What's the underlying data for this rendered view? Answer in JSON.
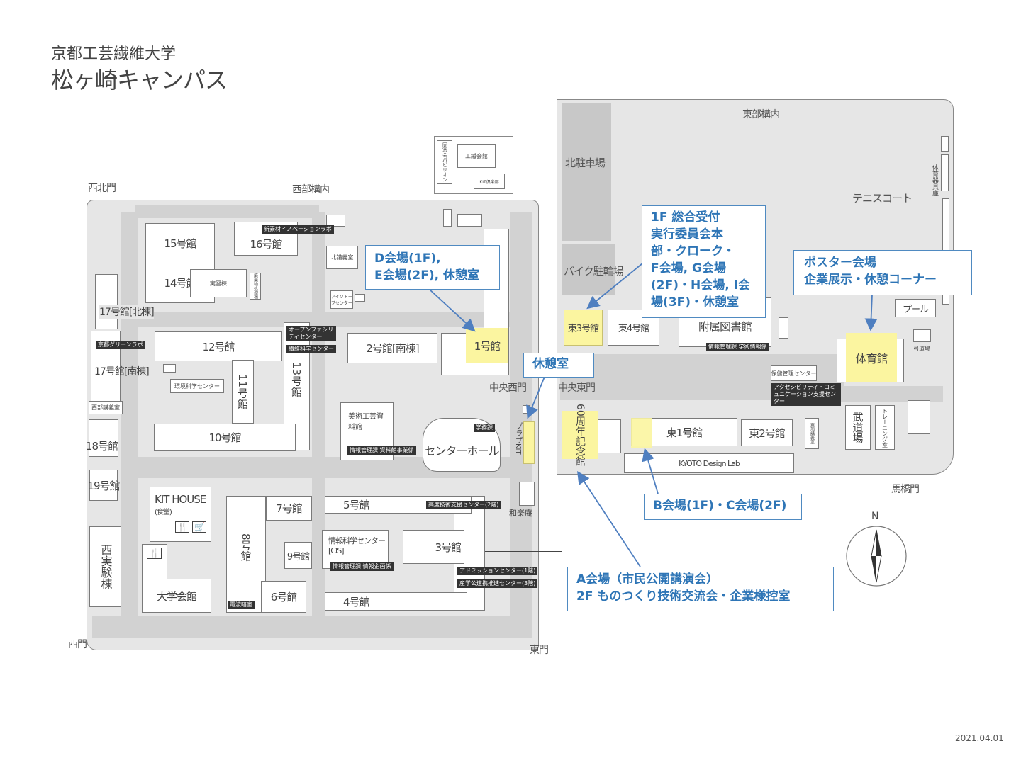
{
  "title": {
    "university": "京都工芸繊維大学",
    "campus": "松ヶ崎キャンパス"
  },
  "date": "2021.04.01",
  "areas": {
    "west": "西部構内",
    "east": "東部構内"
  },
  "gates": {
    "northwest": "西北門",
    "west": "西門",
    "east": "東門",
    "central_west": "中央西門",
    "central_east": "中央東門",
    "umahashi": "馬橋門"
  },
  "west_buildings": {
    "b15": "15号館",
    "b14": "14号館",
    "b16": "16号館",
    "jisshu": "実習棟",
    "haikibutsu": "廃棄物処理場",
    "kita_kogi": "北講義室",
    "isotope": "アイソトープセンター",
    "b17n": "17号館[北棟]",
    "b17s": "17号館[南棟]",
    "b12": "12号館",
    "b13": "13号館",
    "b11": "11号館",
    "kankyo": "環境科学センター",
    "b10": "10号館",
    "seibu_kogi": "西部講義室",
    "b18": "18号館",
    "b19": "19号館",
    "nishi_jikken": "西実験棟",
    "kithouse": "KIT HOUSE",
    "kithouse_sub": "(食堂)",
    "daigaku_kaikan": "大学会館",
    "b8": "8号館",
    "b7": "7号館",
    "b6": "6号館",
    "b9": "9号館",
    "b5": "5号館",
    "cis": "情報科学センター",
    "cis_sub": "[CIS]",
    "b3": "3号館",
    "b4": "4号館",
    "b2": "2号館[南棟]",
    "b1": "1号館",
    "bijutsu": "美術工芸資料館",
    "center_hall": "センターホール",
    "plaza": "プラザKIT",
    "warakuan": "和楽庵",
    "kosen_kaikan": "工繊会館",
    "pavilion": "同窓会パビリオン",
    "kit_club": "KIT倶楽部"
  },
  "west_tags": {
    "shinsozai": "新素材イノベーションラボ",
    "green": "京都グリーンラボ",
    "open": "オープンファシリティセンター",
    "seni": "繊維科学センター",
    "denpa": "電波暗室",
    "kodo": "高度技術支援センター(2階)",
    "cis_tag": "情報管理課 情報企画係",
    "admission": "アドミッションセンター(1階)",
    "sangaku": "産学公連携推進センター(3階)",
    "shiryo": "情報管理課 資料館事業係",
    "gakumu": "学務課"
  },
  "east_buildings": {
    "parking": "北駐車場",
    "bike": "バイク駐輪場",
    "tennis": "テニスコート",
    "taiiku_kigu": "体育器具庫",
    "e3": "東3号館",
    "e4": "東4号館",
    "library": "附属図書館",
    "pool": "プール",
    "kyudo": "弓道場",
    "gym": "体育館",
    "hoken": "保健管理センター",
    "e1": "東1号館",
    "e2": "東2号館",
    "tobu_kogi": "東部講義室",
    "budo": "武道場",
    "training": "トレーニング室",
    "kinenkan": "記念館",
    "sixty": "60周年",
    "kdl": "KYOTO Design Lab"
  },
  "east_tags": {
    "library_tag": "情報管理課 学術情報係",
    "access": "アクセシビリティ・コミュニケーション支援センター"
  },
  "callouts": {
    "d": "D会場(1F),\nE会場(2F), 休憩室",
    "rest": "休憩室",
    "main": "1F 総合受付\n実行委員会本\n部・クローク・\nF会場, G会場\n(2F)・H会場, I会\n場(3F)・休憩室",
    "poster": "ポスター会場\n企業展示・休憩コーナー",
    "b": "B会場(1F)・C会場(2F)",
    "a": "A会場（市民公開講演会）\n2F ものつくり技術交流会・企業様控室"
  },
  "compass": {
    "north": "N"
  },
  "colors": {
    "highlight": "#fbf5a0",
    "callout": "#2e75b6"
  }
}
